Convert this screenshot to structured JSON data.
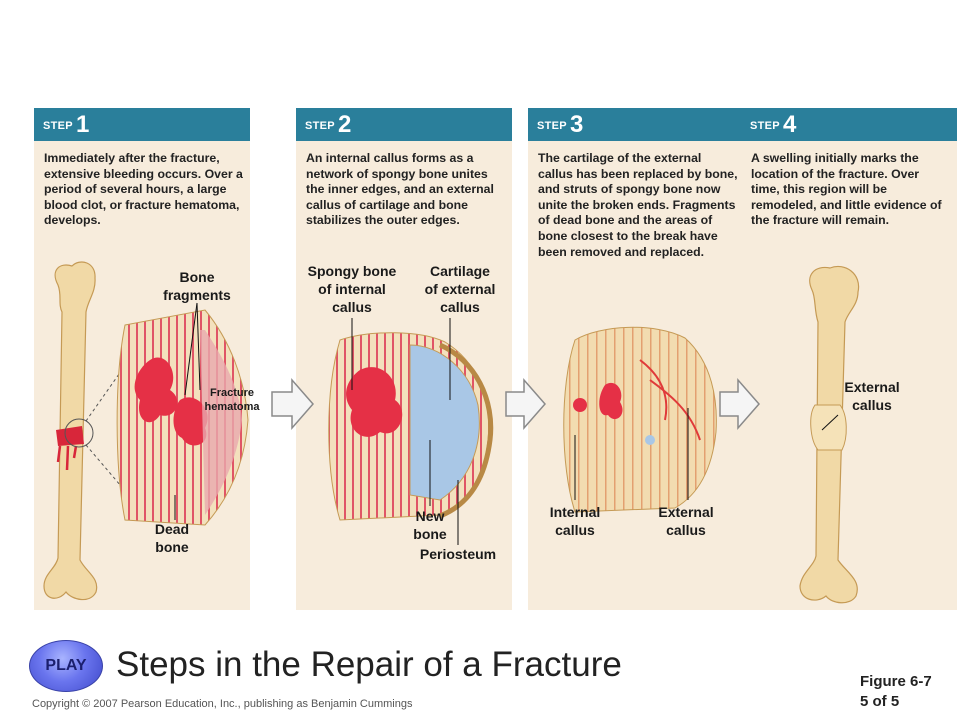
{
  "steps": [
    {
      "word": "STEP",
      "number": "1",
      "text": "Immediately after the fracture, extensive bleeding occurs. Over a period of several hours, a large blood clot, or fracture hematoma, develops."
    },
    {
      "word": "STEP",
      "number": "2",
      "text": "An internal callus forms as a network of spongy bone unites the inner edges, and an external callus of cartilage and bone stabilizes the outer edges."
    },
    {
      "word": "STEP",
      "number": "3",
      "text": "The cartilage of the external callus has been replaced by bone, and struts of spongy bone now unite the broken ends. Fragments of dead bone and the areas of bone closest to the break have been removed and replaced."
    },
    {
      "word": "STEP",
      "number": "4",
      "text": "A swelling initially marks the location of the fracture. Over time, this region will be remodeled, and little evidence of the fracture will remain."
    }
  ],
  "labels": {
    "bone_fragments": "Bone\nfragments",
    "fracture_hematoma": "Fracture\nhematoma",
    "dead_bone": "Dead\nbone",
    "spongy_bone": "Spongy bone\nof internal\ncallus",
    "cartilage": "Cartilage\nof external\ncallus",
    "new_bone": "New\nbone",
    "periosteum": "Periosteum",
    "internal_callus": "Internal\ncallus",
    "external_callus_3": "External\ncallus",
    "external_callus_4": "External\ncallus"
  },
  "play_label": "PLAY",
  "title": "Steps in the Repair of a Fracture",
  "copyright": "Copyright © 2007 Pearson Education, Inc., publishing as Benjamin Cummings",
  "figure": {
    "line1": "Figure 6-7",
    "line2": "5 of 5"
  },
  "colors": {
    "header": "#2a7f9b",
    "panel": "#f7ecdc",
    "bone": "#f1d9a6",
    "blood": "#d8263a",
    "cartilage": "#a9c7e6"
  }
}
